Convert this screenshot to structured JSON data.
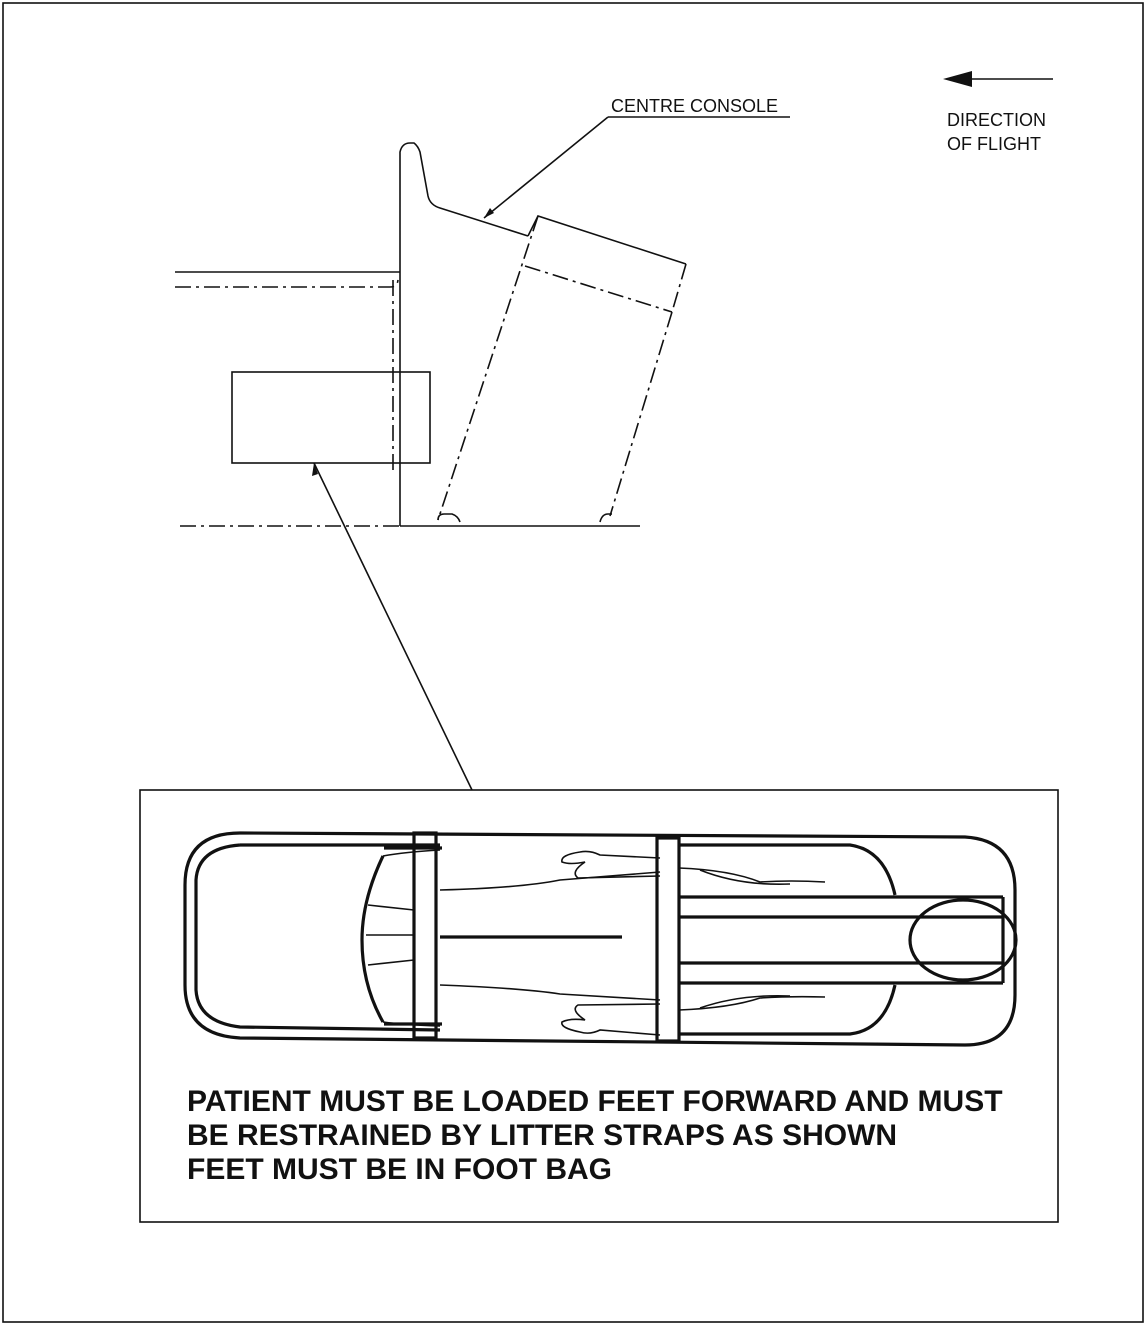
{
  "labels": {
    "centre_console": "CENTRE CONSOLE",
    "direction_line1": "DIRECTION",
    "direction_line2": "OF FLIGHT"
  },
  "note": {
    "line1": "PATIENT MUST BE LOADED FEET FORWARD AND MUST",
    "line2": "BE RESTRAINED BY LITTER STRAPS AS SHOWN",
    "line3": "FEET MUST BE IN FOOT BAG"
  },
  "icons": {
    "direction_arrow": "left-arrow-icon"
  }
}
